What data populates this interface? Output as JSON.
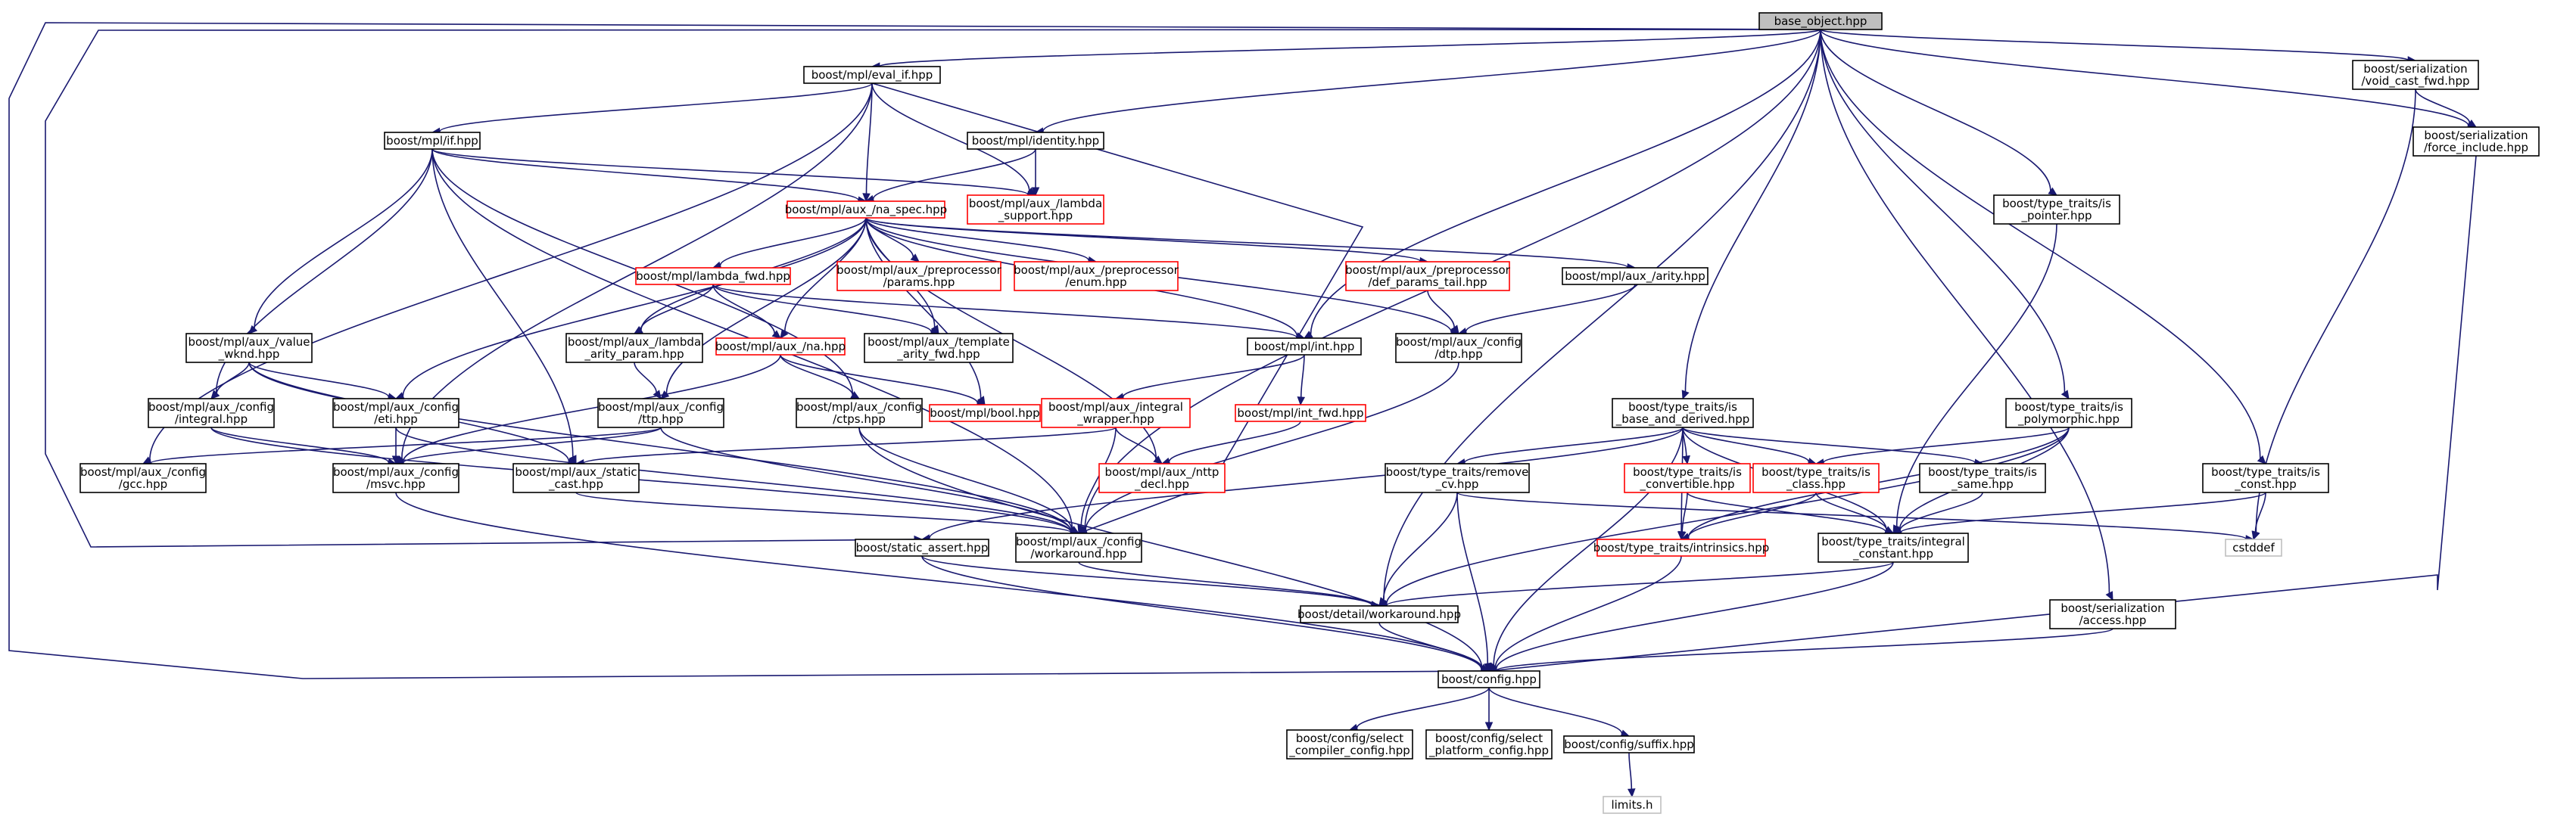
{
  "colors": {
    "edge": "#191970",
    "normal_border": "#000000",
    "missing_border": "#ff0000",
    "root_fill": "#bfbfbf",
    "system_border": "#bfbfbf"
  },
  "nodes": [
    {
      "id": "root",
      "lines": [
        "base_object.hpp"
      ],
      "kind": "root"
    },
    {
      "id": "eval_if",
      "lines": [
        "boost/mpl/eval_if.hpp"
      ],
      "kind": "normal"
    },
    {
      "id": "void_cast_fwd",
      "lines": [
        "boost/serialization",
        "/void_cast_fwd.hpp"
      ],
      "kind": "normal"
    },
    {
      "id": "force_include",
      "lines": [
        "boost/serialization",
        "/force_include.hpp"
      ],
      "kind": "normal"
    },
    {
      "id": "identity",
      "lines": [
        "boost/mpl/identity.hpp"
      ],
      "kind": "normal"
    },
    {
      "id": "if",
      "lines": [
        "boost/mpl/if.hpp"
      ],
      "kind": "normal"
    },
    {
      "id": "lambda_support",
      "lines": [
        "boost/mpl/aux_/lambda",
        "_support.hpp"
      ],
      "kind": "missing"
    },
    {
      "id": "na_spec",
      "lines": [
        "boost/mpl/aux_/na_spec.hpp"
      ],
      "kind": "missing"
    },
    {
      "id": "is_pointer",
      "lines": [
        "boost/type_traits/is",
        "_pointer.hpp"
      ],
      "kind": "normal"
    },
    {
      "id": "lambda_fwd",
      "lines": [
        "boost/mpl/lambda_fwd.hpp"
      ],
      "kind": "missing"
    },
    {
      "id": "pp_params",
      "lines": [
        "boost/mpl/aux_/preprocessor",
        "/params.hpp"
      ],
      "kind": "missing"
    },
    {
      "id": "pp_enum",
      "lines": [
        "boost/mpl/aux_/preprocessor",
        "/enum.hpp"
      ],
      "kind": "missing"
    },
    {
      "id": "pp_def_params_tail",
      "lines": [
        "boost/mpl/aux_/preprocessor",
        "/def_params_tail.hpp"
      ],
      "kind": "missing"
    },
    {
      "id": "arity",
      "lines": [
        "boost/mpl/aux_/arity.hpp"
      ],
      "kind": "normal"
    },
    {
      "id": "value_wknd",
      "lines": [
        "boost/mpl/aux_/value",
        "_wknd.hpp"
      ],
      "kind": "normal"
    },
    {
      "id": "lambda_arity_param",
      "lines": [
        "boost/mpl/aux_/lambda",
        "_arity_param.hpp"
      ],
      "kind": "normal"
    },
    {
      "id": "na",
      "lines": [
        "boost/mpl/aux_/na.hpp"
      ],
      "kind": "missing"
    },
    {
      "id": "template_arity_fwd",
      "lines": [
        "boost/mpl/aux_/template",
        "_arity_fwd.hpp"
      ],
      "kind": "normal"
    },
    {
      "id": "int",
      "lines": [
        "boost/mpl/int.hpp"
      ],
      "kind": "normal"
    },
    {
      "id": "config_dtp",
      "lines": [
        "boost/mpl/aux_/config",
        "/dtp.hpp"
      ],
      "kind": "normal"
    },
    {
      "id": "config_integral",
      "lines": [
        "boost/mpl/aux_/config",
        "/integral.hpp"
      ],
      "kind": "normal"
    },
    {
      "id": "config_eti",
      "lines": [
        "boost/mpl/aux_/config",
        "/eti.hpp"
      ],
      "kind": "normal"
    },
    {
      "id": "config_ttp",
      "lines": [
        "boost/mpl/aux_/config",
        "/ttp.hpp"
      ],
      "kind": "normal"
    },
    {
      "id": "config_ctps",
      "lines": [
        "boost/mpl/aux_/config",
        "/ctps.hpp"
      ],
      "kind": "normal"
    },
    {
      "id": "bool",
      "lines": [
        "boost/mpl/bool.hpp"
      ],
      "kind": "missing"
    },
    {
      "id": "integral_wrapper",
      "lines": [
        "boost/mpl/aux_/integral",
        "_wrapper.hpp"
      ],
      "kind": "missing"
    },
    {
      "id": "int_fwd",
      "lines": [
        "boost/mpl/int_fwd.hpp"
      ],
      "kind": "missing"
    },
    {
      "id": "is_base_and_derived",
      "lines": [
        "boost/type_traits/is",
        "_base_and_derived.hpp"
      ],
      "kind": "normal"
    },
    {
      "id": "is_polymorphic",
      "lines": [
        "boost/type_traits/is",
        "_polymorphic.hpp"
      ],
      "kind": "normal"
    },
    {
      "id": "config_gcc",
      "lines": [
        "boost/mpl/aux_/config",
        "/gcc.hpp"
      ],
      "kind": "normal"
    },
    {
      "id": "config_msvc",
      "lines": [
        "boost/mpl/aux_/config",
        "/msvc.hpp"
      ],
      "kind": "normal"
    },
    {
      "id": "static_cast",
      "lines": [
        "boost/mpl/aux_/static",
        "_cast.hpp"
      ],
      "kind": "normal"
    },
    {
      "id": "nttp_decl",
      "lines": [
        "boost/mpl/aux_/nttp",
        "_decl.hpp"
      ],
      "kind": "missing"
    },
    {
      "id": "remove_cv",
      "lines": [
        "boost/type_traits/remove",
        "_cv.hpp"
      ],
      "kind": "normal"
    },
    {
      "id": "is_convertible",
      "lines": [
        "boost/type_traits/is",
        "_convertible.hpp"
      ],
      "kind": "missing"
    },
    {
      "id": "is_class",
      "lines": [
        "boost/type_traits/is",
        "_class.hpp"
      ],
      "kind": "missing"
    },
    {
      "id": "is_same",
      "lines": [
        "boost/type_traits/is",
        "_same.hpp"
      ],
      "kind": "normal"
    },
    {
      "id": "is_const",
      "lines": [
        "boost/type_traits/is",
        "_const.hpp"
      ],
      "kind": "normal"
    },
    {
      "id": "static_assert",
      "lines": [
        "boost/static_assert.hpp"
      ],
      "kind": "normal"
    },
    {
      "id": "config_workaround",
      "lines": [
        "boost/mpl/aux_/config",
        "/workaround.hpp"
      ],
      "kind": "normal"
    },
    {
      "id": "intrinsics",
      "lines": [
        "boost/type_traits/intrinsics.hpp"
      ],
      "kind": "missing"
    },
    {
      "id": "integral_constant",
      "lines": [
        "boost/type_traits/integral",
        "_constant.hpp"
      ],
      "kind": "normal"
    },
    {
      "id": "cstddef",
      "lines": [
        "cstddef"
      ],
      "kind": "system"
    },
    {
      "id": "detail_workaround",
      "lines": [
        "boost/detail/workaround.hpp"
      ],
      "kind": "normal"
    },
    {
      "id": "access",
      "lines": [
        "boost/serialization",
        "/access.hpp"
      ],
      "kind": "normal"
    },
    {
      "id": "config",
      "lines": [
        "boost/config.hpp"
      ],
      "kind": "normal"
    },
    {
      "id": "select_compiler",
      "lines": [
        "boost/config/select",
        "_compiler_config.hpp"
      ],
      "kind": "normal"
    },
    {
      "id": "select_platform",
      "lines": [
        "boost/config/select",
        "_platform_config.hpp"
      ],
      "kind": "normal"
    },
    {
      "id": "suffix",
      "lines": [
        "boost/config/suffix.hpp"
      ],
      "kind": "normal"
    },
    {
      "id": "limits",
      "lines": [
        "limits.h"
      ],
      "kind": "system"
    }
  ]
}
